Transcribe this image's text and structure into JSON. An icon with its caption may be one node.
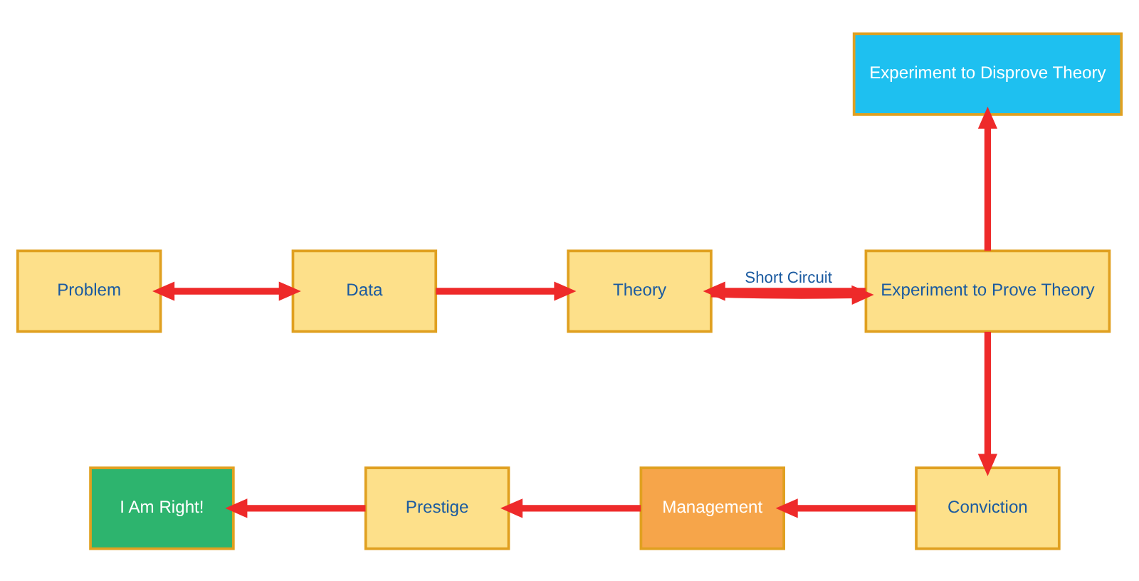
{
  "diagram": {
    "nodes": [
      {
        "text": [
          "Experiment to Disprove Theory"
        ]
      },
      {
        "text": [
          "Problem"
        ]
      },
      {
        "text": [
          "Data"
        ]
      },
      {
        "text": [
          "Theory"
        ]
      },
      {
        "text": [
          "Experiment to Prove Theory"
        ]
      },
      {
        "text": [
          "I Am Right!"
        ]
      },
      {
        "text": [
          "Prestige"
        ]
      },
      {
        "text": [
          "Management"
        ]
      },
      {
        "text": [
          "Conviction"
        ]
      }
    ],
    "edges": [
      {
        "from": 1,
        "to": 2,
        "arrow": "both"
      },
      {
        "from": 2,
        "to": 3,
        "arrow": "to"
      },
      {
        "from": 3,
        "to": 4,
        "arrow": "to"
      },
      {
        "from": 4,
        "to": 0,
        "arrow": "to"
      },
      {
        "from": 4,
        "to": 3,
        "arrow": "to",
        "label": "Short Circuit"
      },
      {
        "from": 4,
        "to": 8,
        "arrow": "to"
      },
      {
        "from": 8,
        "to": 7,
        "arrow": "to"
      },
      {
        "from": 7,
        "to": 6,
        "arrow": "to"
      },
      {
        "from": 6,
        "to": 5,
        "arrow": "to"
      }
    ]
  }
}
